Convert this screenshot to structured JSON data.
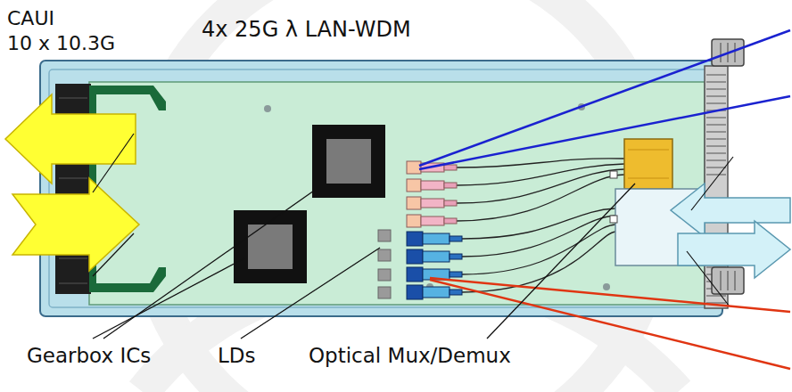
{
  "diagram": {
    "labels": [
      "CAUI",
      "10 x 10.3G",
      "4x 25G λ LAN-WDM",
      "Gearbox ICs",
      "LDs",
      "Optical Mux/Demux"
    ]
  }
}
